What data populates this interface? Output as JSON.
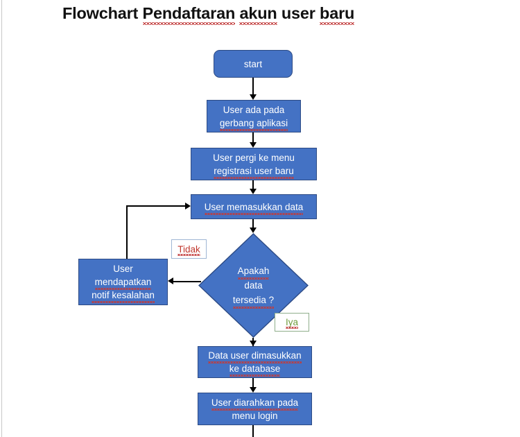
{
  "document": {
    "title": "Flowchart Pendaftaran akun user baru",
    "title_parts": [
      {
        "text": "Flowchart ",
        "misspelled": false
      },
      {
        "text": "Pendaftaran",
        "misspelled": true
      },
      {
        "text": " ",
        "misspelled": false
      },
      {
        "text": "akun",
        "misspelled": true
      },
      {
        "text": " user ",
        "misspelled": false
      },
      {
        "text": "baru",
        "misspelled": true
      }
    ]
  },
  "colors": {
    "node_fill": "#4472C4",
    "node_border": "#2C4A84",
    "node_text": "#ffffff",
    "connector": "#000000",
    "label_no_text": "#C0362C",
    "label_yes_text": "#6E9A3A",
    "spellcheck_underline": "#C23B3B",
    "background": "#ffffff"
  },
  "flowchart": {
    "type": "flowchart",
    "nodes": [
      {
        "id": "start",
        "shape": "rounded-rectangle",
        "label": "start",
        "lines": [
          "start"
        ]
      },
      {
        "id": "user-at-gate",
        "shape": "rectangle",
        "label": "User ada pada gerbang aplikasi",
        "lines": [
          "User ada pada",
          "gerbang aplikasi"
        ]
      },
      {
        "id": "go-to-register-menu",
        "shape": "rectangle",
        "label": "User pergi ke menu registrasi user baru",
        "lines": [
          "User pergi ke menu",
          "registrasi user baru"
        ]
      },
      {
        "id": "user-enters-data",
        "shape": "rectangle",
        "label": "User memasukkan data",
        "lines": [
          "User memasukkan data"
        ]
      },
      {
        "id": "data-available-decision",
        "shape": "diamond",
        "label": "Apakah data tersedia ?",
        "lines": [
          "Apakah",
          "data",
          "tersedia ?"
        ]
      },
      {
        "id": "error-notification",
        "shape": "rectangle",
        "label": "User mendapatkan notif kesalahan",
        "lines": [
          "User",
          "mendapatkan",
          "notif kesalahan"
        ]
      },
      {
        "id": "data-to-database",
        "shape": "rectangle",
        "label": "Data user dimasukkan ke database",
        "lines": [
          "Data user dimasukkan",
          "ke database"
        ]
      },
      {
        "id": "redirect-login",
        "shape": "rectangle",
        "label": "User diarahkan pada menu login",
        "lines": [
          "User diarahkan pada",
          "menu login"
        ]
      }
    ],
    "branch_labels": [
      {
        "id": "no-branch",
        "text": "Tidak"
      },
      {
        "id": "yes-branch",
        "text": "Iya"
      }
    ],
    "edges": [
      {
        "from": "start",
        "to": "user-at-gate",
        "label": ""
      },
      {
        "from": "user-at-gate",
        "to": "go-to-register-menu",
        "label": ""
      },
      {
        "from": "go-to-register-menu",
        "to": "user-enters-data",
        "label": ""
      },
      {
        "from": "user-enters-data",
        "to": "data-available-decision",
        "label": ""
      },
      {
        "from": "data-available-decision",
        "to": "error-notification",
        "label": "Tidak"
      },
      {
        "from": "error-notification",
        "to": "user-enters-data",
        "label": ""
      },
      {
        "from": "data-available-decision",
        "to": "data-to-database",
        "label": "Iya"
      },
      {
        "from": "data-to-database",
        "to": "redirect-login",
        "label": ""
      },
      {
        "from": "redirect-login",
        "to": "",
        "label": ""
      }
    ]
  }
}
